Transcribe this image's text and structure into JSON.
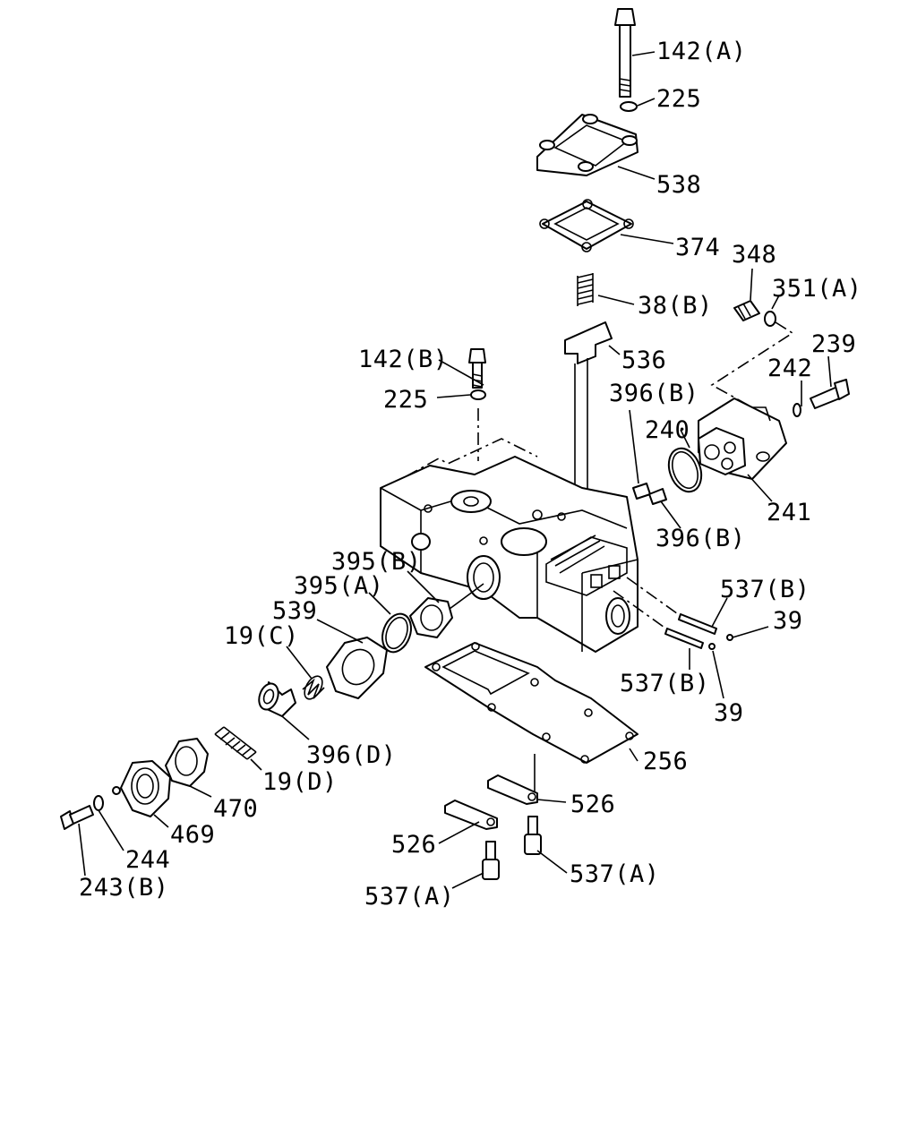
{
  "labels": {
    "p142A": "142(A)",
    "p225a": "225",
    "p538": "538",
    "p374": "374",
    "p348": "348",
    "p351A": "351(A)",
    "p38B": "38(B)",
    "p239": "239",
    "p142B": "142(B)",
    "p536": "536",
    "p242": "242",
    "p225b": "225",
    "p396Ba": "396(B)",
    "p240": "240",
    "p241": "241",
    "p396Bb": "396(B)",
    "p395B": "395(B)",
    "p395A": "395(A)",
    "p537Ba": "537(B)",
    "p539": "539",
    "p39a": "39",
    "p19C": "19(C)",
    "p537Bb": "537(B)",
    "p39b": "39",
    "p396D": "396(D)",
    "p256": "256",
    "p19D": "19(D)",
    "p470": "470",
    "p526a": "526",
    "p469": "469",
    "p244": "244",
    "p526b": "526",
    "p537Aa": "537(A)",
    "p243B": "243(B)",
    "p537Ab": "537(A)"
  }
}
